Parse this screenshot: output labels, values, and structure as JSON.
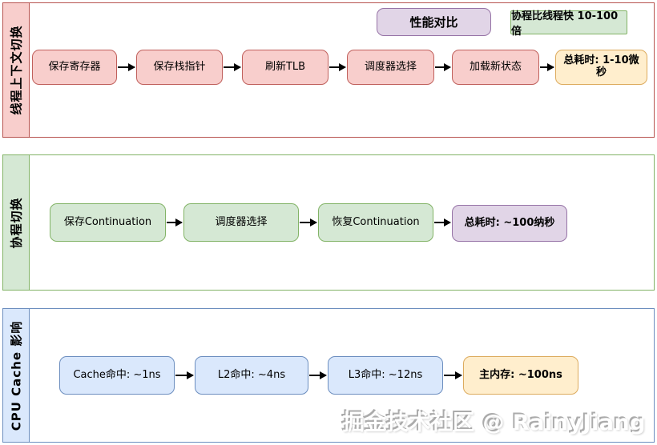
{
  "legend": {
    "title": "性能对比",
    "conclusion": "协程比线程快 10-100倍"
  },
  "lanes": [
    {
      "label": "线程上下文切换",
      "accent_color": "#b85450",
      "fill_color": "#f8cecc",
      "nodes": [
        {
          "label": "保存寄存器"
        },
        {
          "label": "保存栈指针"
        },
        {
          "label": "刷新TLB"
        },
        {
          "label": "调度器选择"
        },
        {
          "label": "加载新状态"
        },
        {
          "label": "总耗时: 1-10微秒"
        }
      ]
    },
    {
      "label": "协程切换",
      "accent_color": "#82b366",
      "fill_color": "#d5e8d4",
      "nodes": [
        {
          "label": "保存Continuation"
        },
        {
          "label": "调度器选择"
        },
        {
          "label": "恢复Continuation"
        },
        {
          "label": "总耗时: ~100纳秒"
        }
      ]
    },
    {
      "label": "CPU Cache 影响",
      "accent_color": "#6c8ebf",
      "fill_color": "#dae8fc",
      "nodes": [
        {
          "label": "Cache命中: ~1ns"
        },
        {
          "label": "L2命中: ~4ns"
        },
        {
          "label": "L3命中: ~12ns"
        },
        {
          "label": "主内存: ~100ns"
        }
      ]
    }
  ],
  "result_colors": {
    "thread_total_fill": "#ffeecd",
    "thread_total_border": "#ddab5e",
    "coroutine_total_fill": "#e1d5e7",
    "coroutine_total_border": "#9673a6",
    "memory_total_fill": "#ffeecd",
    "memory_total_border": "#ddab5e"
  },
  "watermark": "掘金技术社区 @ RainyJiang"
}
